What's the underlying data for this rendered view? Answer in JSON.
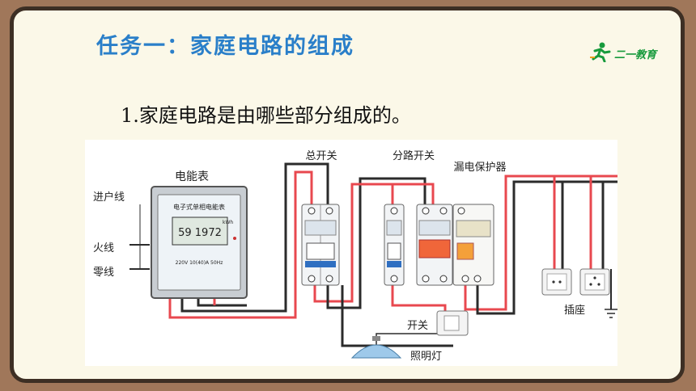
{
  "slide": {
    "title": "任务一：家庭电路的组成",
    "question": "1.家庭电路是由哪些部分组成的。",
    "logo_text": "二一教育"
  },
  "diagram": {
    "labels": {
      "meter": "电能表",
      "incoming": "进户线",
      "live": "火线",
      "neutral": "零线",
      "main_switch": "总开关",
      "branch_switch": "分路开关",
      "rcd": "漏电保护器",
      "switch": "开关",
      "lamp": "照明灯",
      "socket": "插座"
    },
    "meter_display": {
      "header": "电子式单相电能表",
      "reading": "59 1972",
      "unit": "kWh",
      "spec": "220V 10(40)A 50Hz"
    }
  },
  "colors": {
    "title": "#2a7fc9",
    "live_wire": "#e8484f",
    "neutral_wire": "#2b2b2b",
    "frame": "#3d2f24",
    "background": "#fbf8e8"
  }
}
